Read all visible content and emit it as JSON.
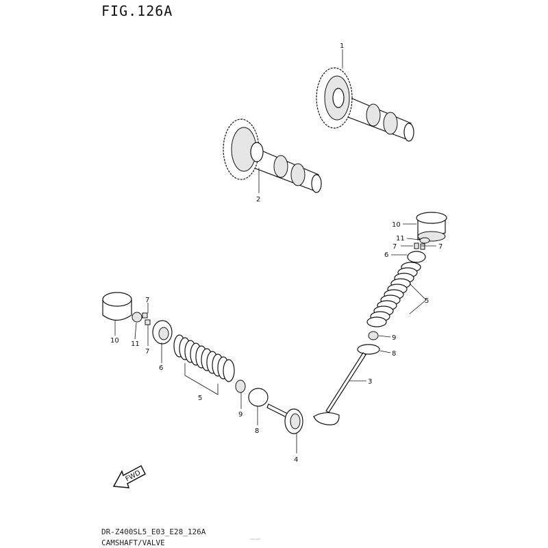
{
  "figure_title": "FIG.126A",
  "model_code": "DR-Z400SL5_E03_E28_126A",
  "section_name": "CAMSHAFT/VALVE",
  "fine_print": "Copyright",
  "fwd_label": "FWD",
  "callouts": {
    "camshaft_1": "1",
    "camshaft_2": "2",
    "valve_3": "3",
    "valve_4": "4",
    "spring_r": "5",
    "spring_l": "5",
    "retainer_r": "6",
    "retainer_l": "6",
    "cotter_r1": "7",
    "cotter_r2": "7",
    "cotter_l1": "7",
    "cotter_l2": "7",
    "seat_r": "8",
    "seat_l": "8",
    "seal_r": "9",
    "seal_l": "9",
    "tappet_r": "10",
    "tappet_l": "10",
    "shim_r": "11",
    "shim_l": "11"
  }
}
